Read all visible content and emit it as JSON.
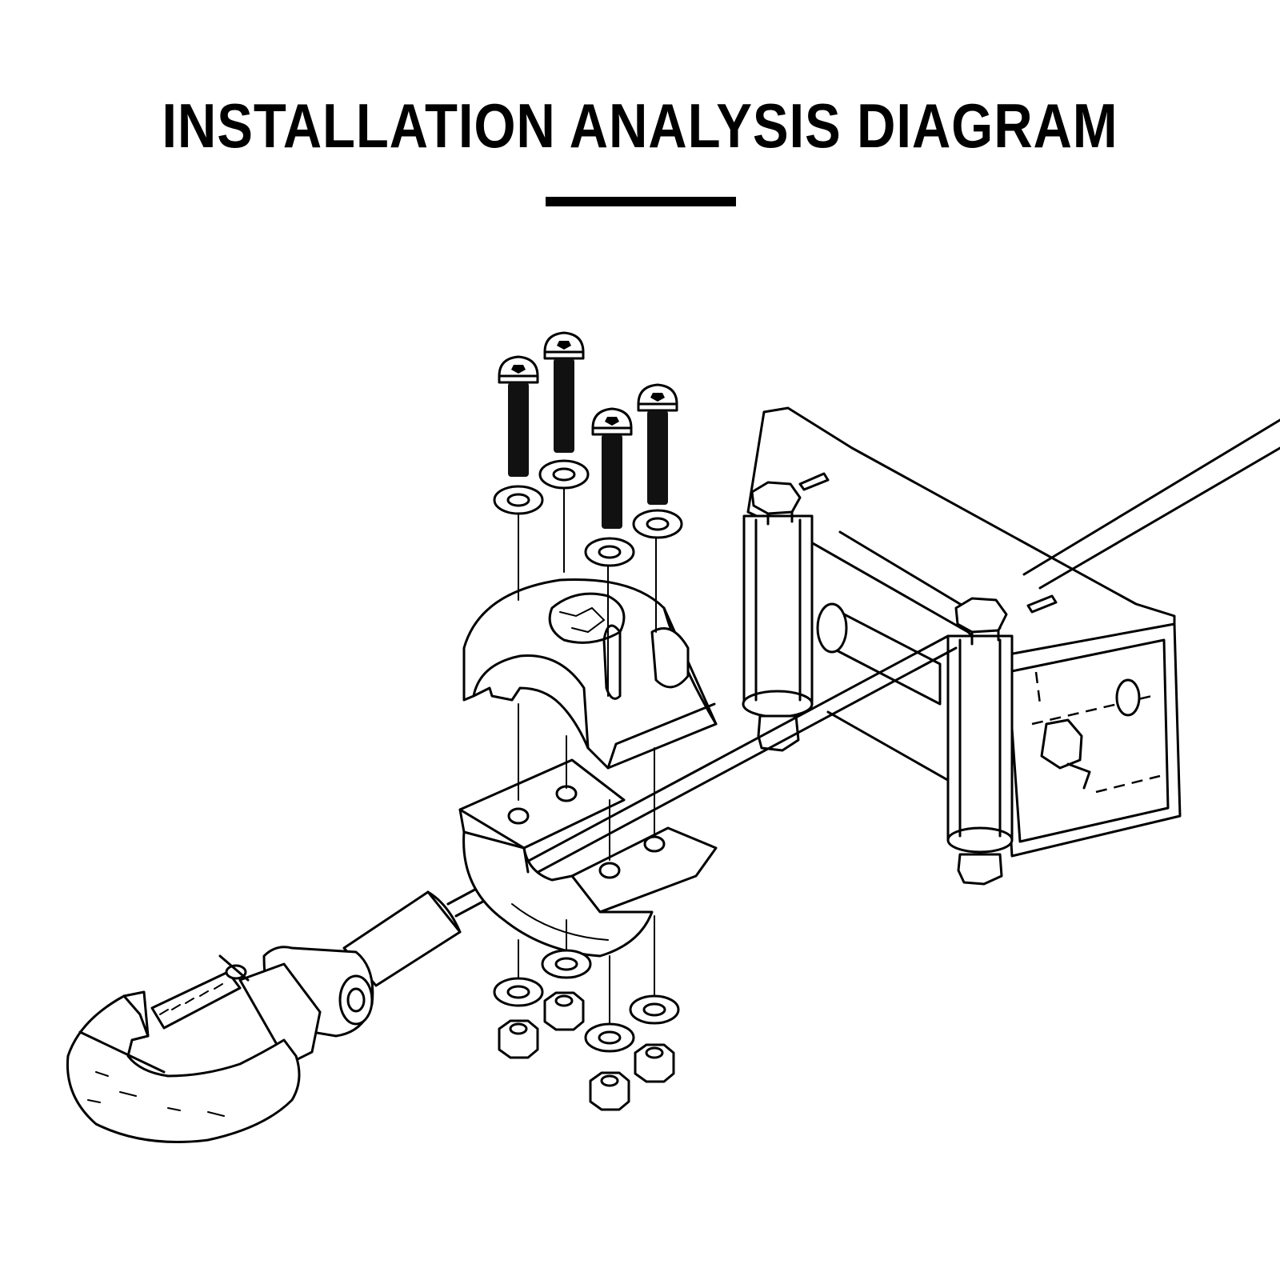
{
  "title": "INSTALLATION ANALYSIS DIAGRAM",
  "colors": {
    "ink": "#000000",
    "background": "#ffffff"
  },
  "parts": {
    "bolts": 4,
    "top_washers": 4,
    "bottom_washers": 4,
    "nuts": 4
  }
}
